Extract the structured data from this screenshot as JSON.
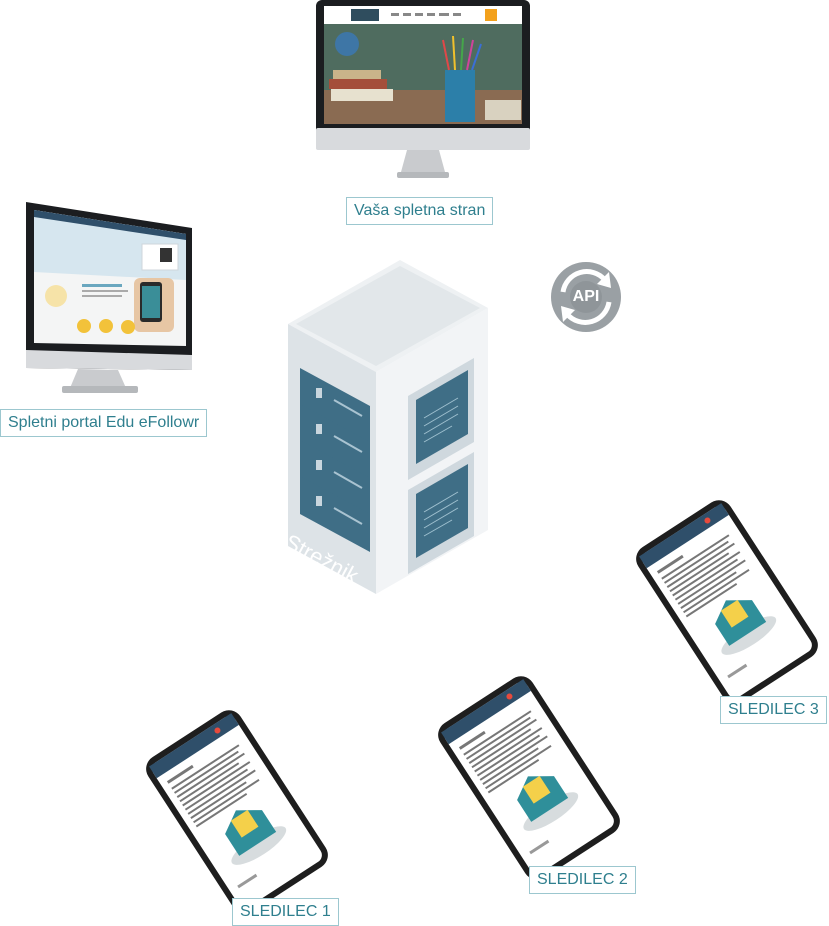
{
  "labels": {
    "website": "Vaša spletna stran",
    "portal": "Spletni portal Edu eFollowr",
    "server": "Strežnik",
    "api": "API",
    "follower1": "SLEDILEC 1",
    "follower2": "SLEDILEC 2",
    "follower3": "SLEDILEC 3"
  },
  "colors": {
    "label_border": "#9cc7cf",
    "label_text": "#2f7f8e",
    "server_panel": "#3f6e86",
    "api_circle": "#8f9599"
  },
  "icons": [
    "monitor-icon",
    "server-icon",
    "api-sync-icon",
    "smartphone-icon"
  ]
}
